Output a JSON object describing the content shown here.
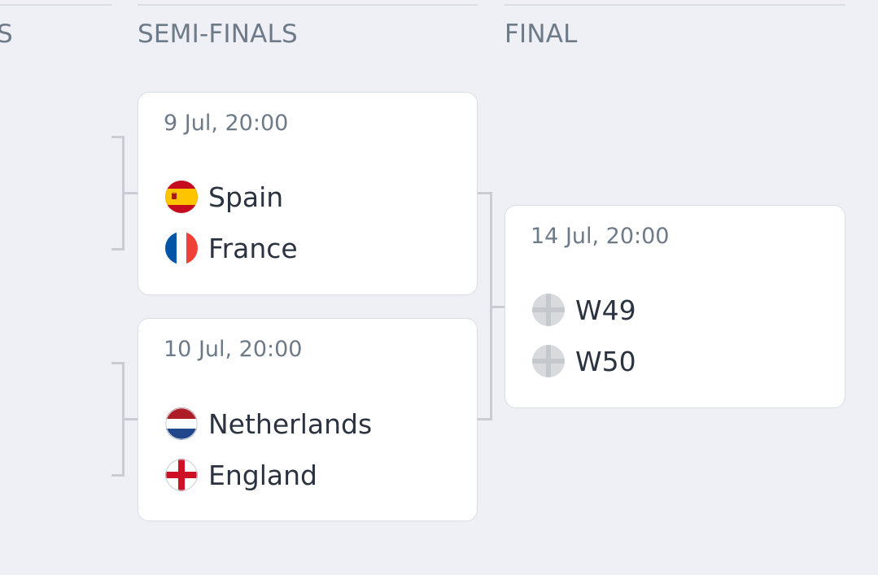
{
  "columns": {
    "previous": {
      "label": "S"
    },
    "semi_finals": {
      "label": "SEMI-FINALS"
    },
    "final": {
      "label": "FINAL"
    }
  },
  "matches": {
    "sf1": {
      "time": "9 Jul, 20:00",
      "home": {
        "name": "Spain",
        "flag": "spain-flag-icon"
      },
      "away": {
        "name": "France",
        "flag": "france-flag-icon"
      }
    },
    "sf2": {
      "time": "10 Jul, 20:00",
      "home": {
        "name": "Netherlands",
        "flag": "netherlands-flag-icon"
      },
      "away": {
        "name": "England",
        "flag": "england-flag-icon"
      }
    },
    "final": {
      "time": "14 Jul, 20:00",
      "home": {
        "name": "W49",
        "flag": "placeholder-flag-icon"
      },
      "away": {
        "name": "W50",
        "flag": "placeholder-flag-icon"
      }
    }
  },
  "colors": {
    "background": "#eff0f5",
    "card": "#ffffff",
    "muted_text": "#6d7a88",
    "primary_text": "#2b3340",
    "bracket_line": "#c9cdd3"
  }
}
